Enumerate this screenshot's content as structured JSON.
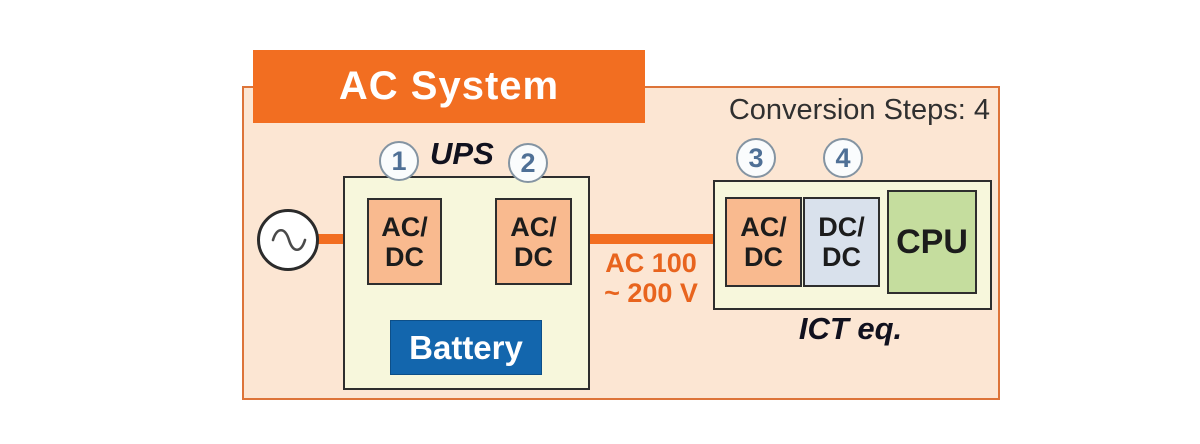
{
  "banner": {
    "title": "AC System"
  },
  "conversion": {
    "label": "Conversion Steps: 4"
  },
  "source": {
    "icon": "sine-wave-icon"
  },
  "ups": {
    "label": "UPS",
    "step1": "1",
    "step2": "2",
    "converter1": {
      "line1": "AC/",
      "line2": "DC"
    },
    "converter2": {
      "line1": "AC/",
      "line2": "DC"
    },
    "battery_label": "Battery"
  },
  "bus": {
    "voltage_line1": "AC 100",
    "voltage_line2": "~ 200 V"
  },
  "ict": {
    "label": "ICT eq.",
    "step3": "3",
    "step4": "4",
    "converter1": {
      "line1": "AC/",
      "line2": "DC"
    },
    "converter2": {
      "line1": "DC/",
      "line2": "DC"
    },
    "cpu_label": "CPU"
  },
  "colors": {
    "accent_orange": "#f26e21",
    "panel_fill": "#fce6d3",
    "panel_border": "#dd7439",
    "device_fill": "#f7f7dc",
    "converter_salmon": "#f9ba8f",
    "converter_bluegray": "#d9e1ec",
    "cpu_green": "#c5dd9e",
    "battery_blue": "#1366ad",
    "voltage_text": "#e8641e",
    "step_circle_text": "#4f7096"
  }
}
